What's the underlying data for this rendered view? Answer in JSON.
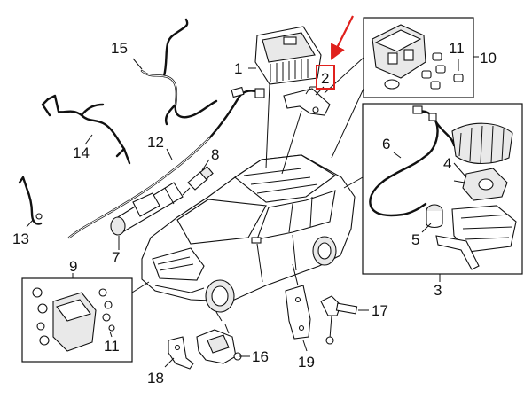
{
  "callouts": {
    "c1": "1",
    "c2": "2",
    "c3": "3",
    "c4": "4",
    "c5": "5",
    "c6": "6",
    "c7": "7",
    "c8": "8",
    "c9": "9",
    "c10": "10",
    "c11a": "11",
    "c11b": "11",
    "c12": "12",
    "c13": "13",
    "c14": "14",
    "c15": "15",
    "c16": "16",
    "c17": "17",
    "c18": "18",
    "c19": "19"
  },
  "highlight": {
    "callout": "2",
    "box_color": "#e0211d",
    "arrow_color": "#e0211d"
  }
}
